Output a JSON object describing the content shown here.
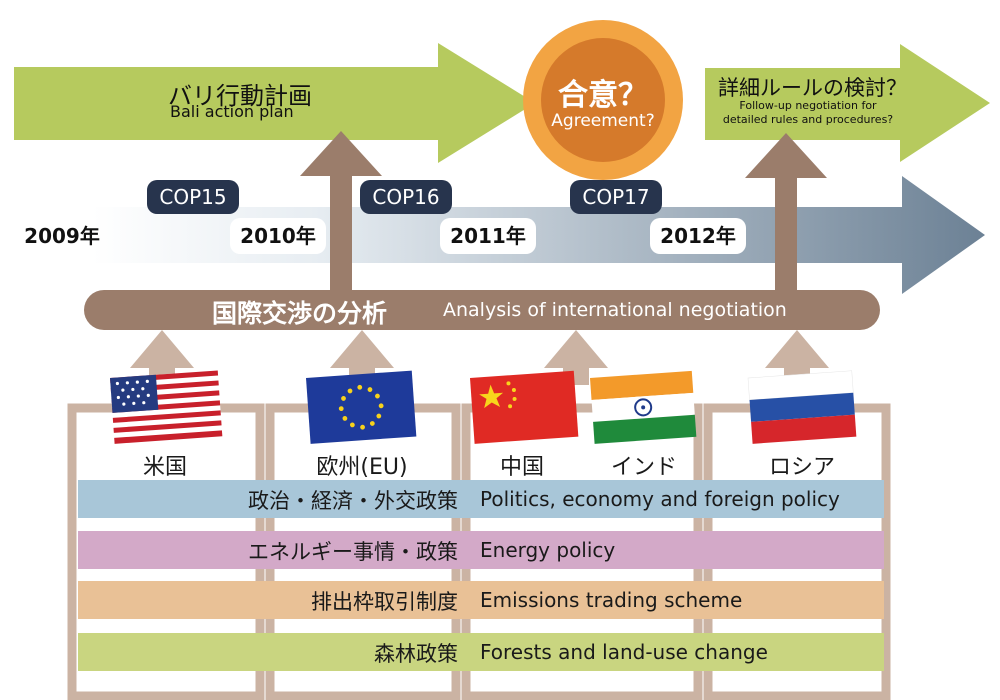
{
  "top_arrow": {
    "title_jp": "バリ行動計画",
    "title_en": "Bali action plan"
  },
  "agreement": {
    "jp": "合意？",
    "en": "Agreement?"
  },
  "followup": {
    "jp": "詳細ルールの検討？",
    "en_line1": "Follow-up negotiation for",
    "en_line2": "detailed rules and procedures?"
  },
  "timeline": {
    "cops": [
      "COP15",
      "COP16",
      "COP17"
    ],
    "years": [
      "2009年",
      "2010年",
      "2011年",
      "2012年"
    ]
  },
  "analysis": {
    "jp": "国際交渉の分析",
    "en": "Analysis of international negotiation"
  },
  "countries": [
    "米国",
    "欧州(EU)",
    "中国",
    "インド",
    "ロシア"
  ],
  "bands": [
    {
      "jp": "政治・経済・外交政策",
      "en": "Politics, economy and foreign policy",
      "color": "#a8c6d8"
    },
    {
      "jp": "エネルギー事情・政策",
      "en": "Energy policy",
      "color": "#d3a9c8"
    },
    {
      "jp": "排出枠取引制度",
      "en": "Emissions trading scheme",
      "color": "#e9c196"
    },
    {
      "jp": "森林政策",
      "en": "Forests and land-use change",
      "color": "#c9d580"
    }
  ],
  "colors": {
    "green_arrow": "#b6ca5e",
    "brown": "#9b7d6b",
    "light_brown": "#cbb3a3",
    "circle_outer": "#f2a443",
    "circle_inner": "#d57a2b",
    "timeline_dark": "#6c8195",
    "cop_bg": "#27344d"
  }
}
